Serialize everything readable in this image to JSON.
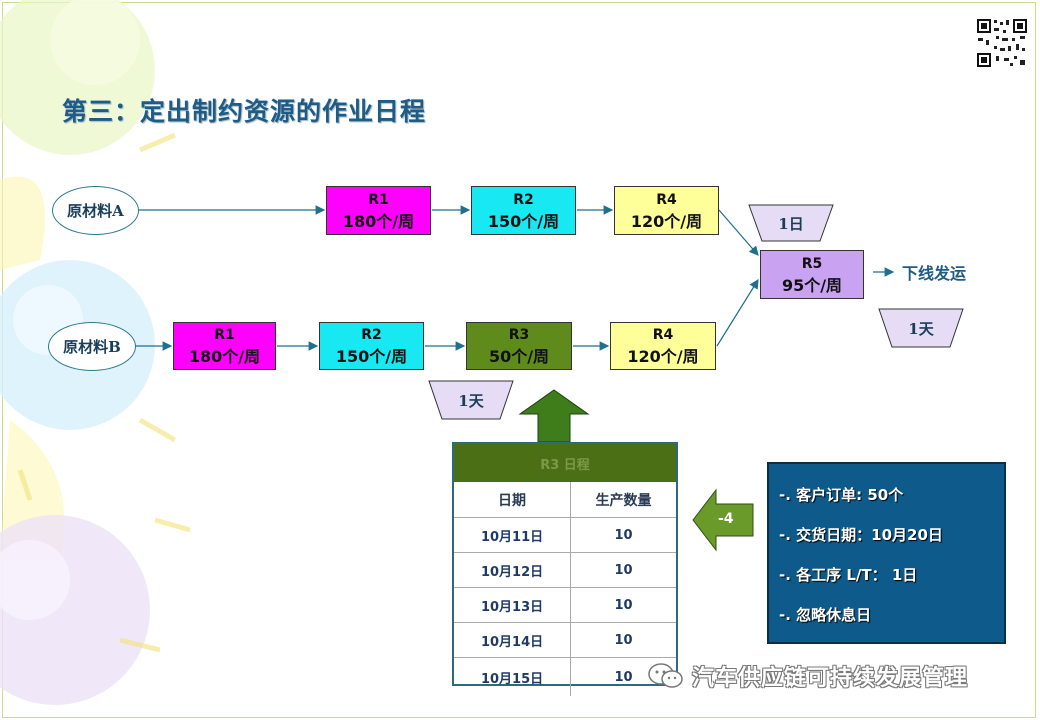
{
  "title": "第三：定出制约资源的作业日程",
  "materials": {
    "a": "原材料A",
    "b": "原材料B"
  },
  "line_a": [
    {
      "name": "R1",
      "rate": "180个/周"
    },
    {
      "name": "R2",
      "rate": "150个/周"
    },
    {
      "name": "R4",
      "rate": "120个/周"
    }
  ],
  "line_b": [
    {
      "name": "R1",
      "rate": "180个/周"
    },
    {
      "name": "R2",
      "rate": "150个/周"
    },
    {
      "name": "R3",
      "rate": "50个/周"
    },
    {
      "name": "R4",
      "rate": "120个/周"
    }
  ],
  "assembly": {
    "name": "R5",
    "rate": "95个/周"
  },
  "ship_label": "下线发运",
  "buffers": {
    "assembly_top": "1日",
    "ship": "1天",
    "constraint": "1天"
  },
  "lead_offset": "-4",
  "schedule": {
    "title": "R3 日程",
    "headers": [
      "日期",
      "生产数量"
    ],
    "rows": [
      [
        "10月11日",
        "10"
      ],
      [
        "10月12日",
        "10"
      ],
      [
        "10月13日",
        "10"
      ],
      [
        "10月14日",
        "10"
      ],
      [
        "10月15日",
        "10"
      ]
    ]
  },
  "info": [
    "-. 客户订单: 50个",
    "-. 交货日期：10月20日",
    "-. 各工序  L/T：  1日",
    "-. 忽略休息日"
  ],
  "brand": "汽车供应链可持续发展管理",
  "colors": {
    "r1": "#ff00ff",
    "r2": "#17e8f2",
    "r3": "#5f8a1c",
    "r4": "#ffff99",
    "r5": "#c9a2f2",
    "title": "#1f5b84",
    "info_bg": "#0e5b8b"
  }
}
